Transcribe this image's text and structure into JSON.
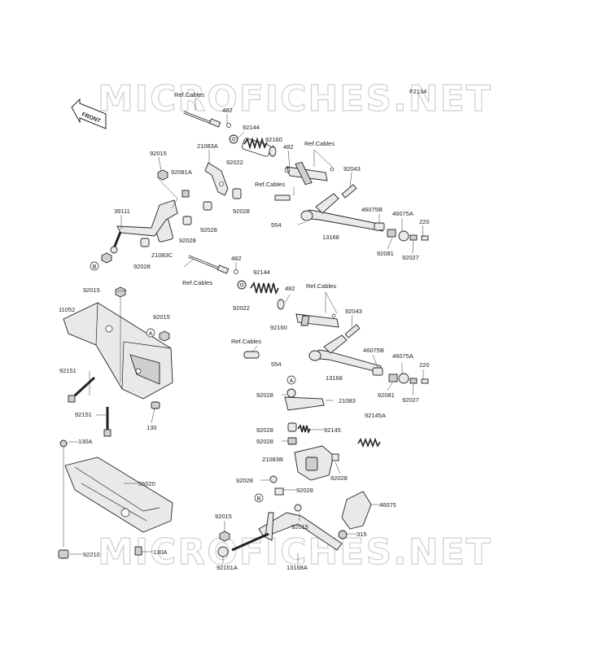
{
  "diagram": {
    "code": "F2134",
    "watermark": "MICROFICHES.NET",
    "front_label": "FRONT",
    "callouts": {
      "a": "A",
      "b": "B"
    },
    "labels": {
      "ref_cables_1": "Ref.Cables",
      "l482_1": "482",
      "l92144_1": "92144",
      "l92160_1": "92160",
      "l482_2": "482",
      "ref_cables_2": "Ref.Cables",
      "l21083a": "21083A",
      "l92022_1": "92022",
      "l92015_1": "92015",
      "l92081a": "92081A",
      "ref_cables_3": "Ref.Cables",
      "l92043_1": "92043",
      "l39111": "39111",
      "l92028_1": "92028",
      "l92028_2": "92028",
      "l554_1": "554",
      "l46075b_1": "46075B",
      "l46075a_1": "46075A",
      "l220_1": "220",
      "l92028_3": "92028",
      "l13168_1": "13168",
      "l21083c": "21083C",
      "l92081_1": "92081",
      "l92027_1": "92027",
      "l482_3": "482",
      "l92144_2": "92144",
      "ref_cables_4": "Ref.Cables",
      "l92015_2": "92015",
      "l482_4": "482",
      "ref_cables_5": "Ref.Cables",
      "l92022_2": "92022",
      "l11052": "11052",
      "l92015_3": "92015",
      "l92160_2": "92160",
      "l92043_2": "92043",
      "ref_cables_6": "Ref.Cables",
      "l46075b_2": "46075B",
      "l46075a_2": "46075A",
      "l554_2": "554",
      "l220_2": "220",
      "l92151_1": "92151",
      "l13168_2": "13168",
      "l92028_4": "92028",
      "l21083": "21083",
      "l92081_2": "92081",
      "l92027_2": "92027",
      "l92151_2": "92151",
      "l130": "130",
      "l92145a": "92145A",
      "l92028_5": "92028",
      "l92145": "92145",
      "l130a_1": "130A",
      "l92028_6": "92028",
      "l21083b": "21083B",
      "l55020": "55020",
      "l92028_7": "92028",
      "l92028_8": "92028",
      "l92028_9": "92028",
      "l46075": "46075",
      "l92015_4": "92015",
      "l92015_5": "92015",
      "l315": "315",
      "l92210": "92210",
      "l130a_2": "130A",
      "l92151a": "92151A",
      "l13168a": "13168A"
    }
  }
}
